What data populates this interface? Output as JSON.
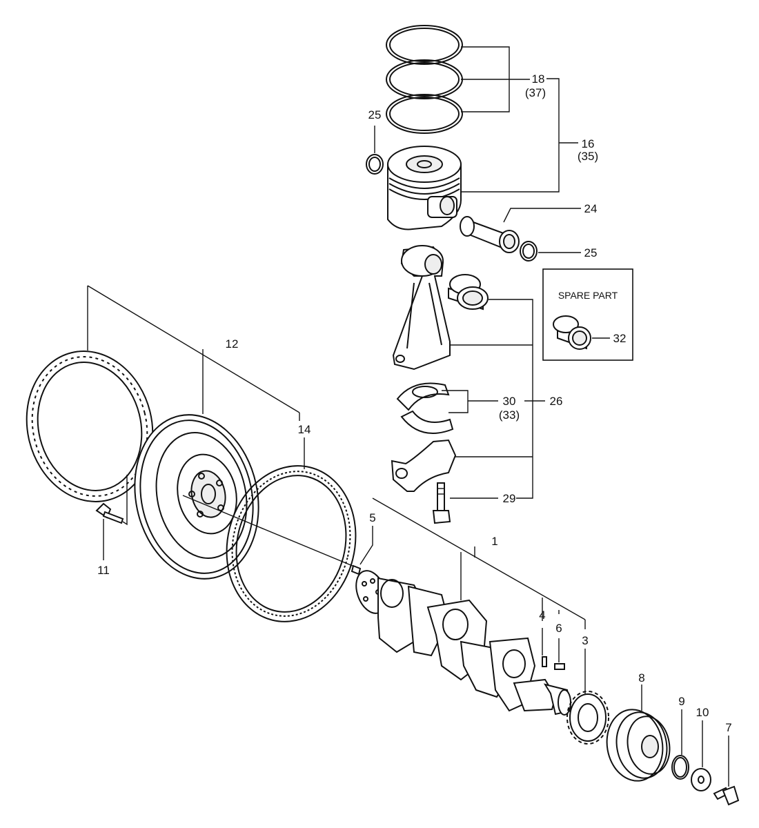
{
  "callouts": {
    "c1": "1",
    "c3": "3",
    "c4": "4",
    "c5": "5",
    "c6": "6",
    "c7": "7",
    "c8": "8",
    "c9": "9",
    "c10": "10",
    "c11": "11",
    "c12": "12",
    "c14": "14",
    "c16": "16",
    "c16alt": "(35)",
    "c18": "18",
    "c18alt": "(37)",
    "c24": "24",
    "c25a": "25",
    "c25b": "25",
    "c26": "26",
    "c29": "29",
    "c30": "30",
    "c30alt": "(33)",
    "c32": "32"
  },
  "spare_box": {
    "title": "SPARE PART"
  }
}
